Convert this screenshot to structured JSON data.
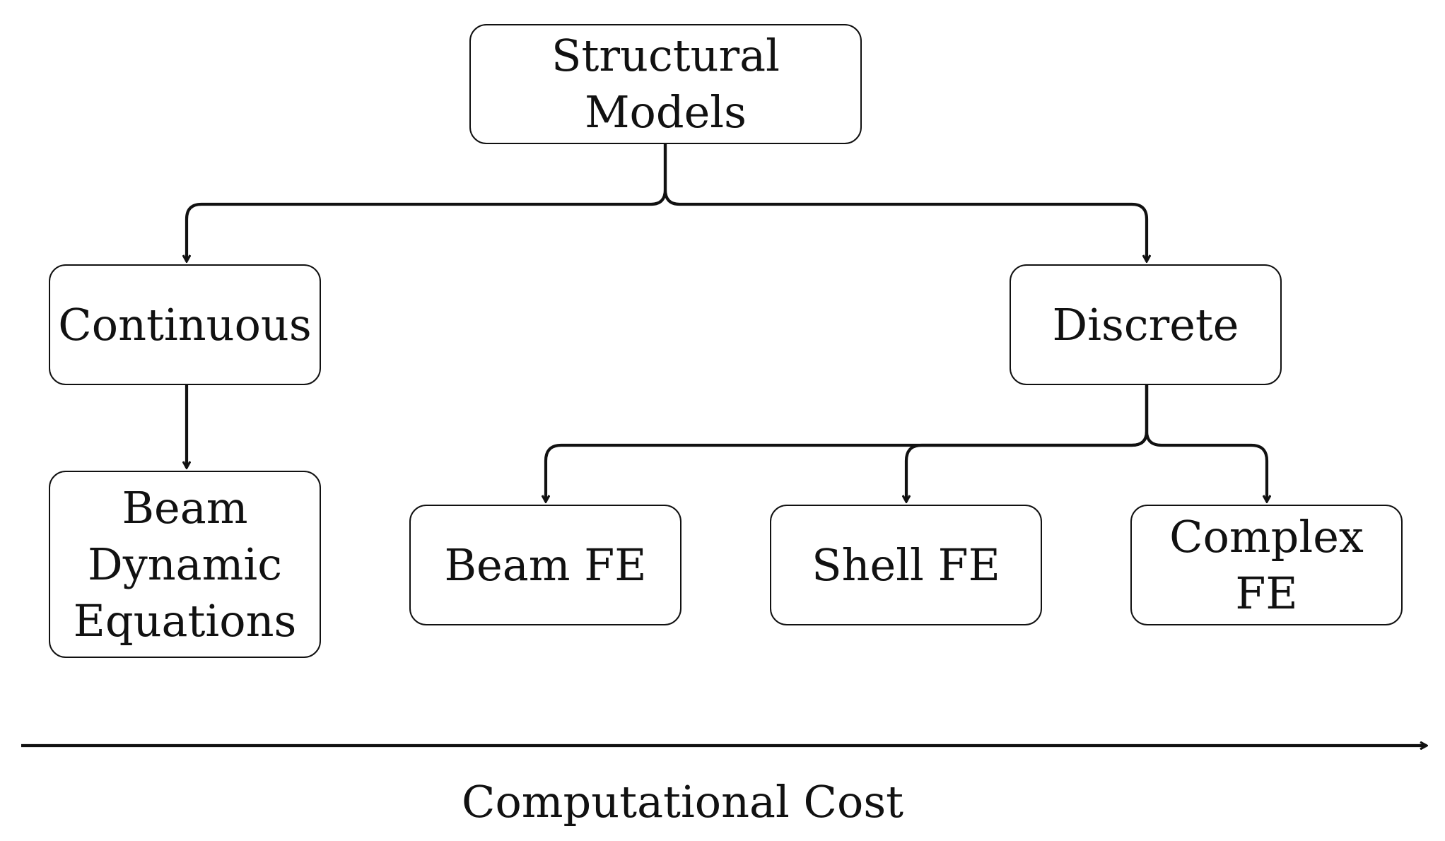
{
  "diagram": {
    "root": {
      "line1": "Structural",
      "line2": "Models"
    },
    "continuous": {
      "label": "Continuous"
    },
    "discrete": {
      "label": "Discrete"
    },
    "beam_dynamic": {
      "line1": "Beam",
      "line2": "Dynamic",
      "line3": "Equations"
    },
    "beam_fe": {
      "label": "Beam FE"
    },
    "shell_fe": {
      "label": "Shell FE"
    },
    "complex_fe": {
      "line1": "Complex",
      "line2": "FE"
    },
    "axis_label": "Computational Cost"
  }
}
